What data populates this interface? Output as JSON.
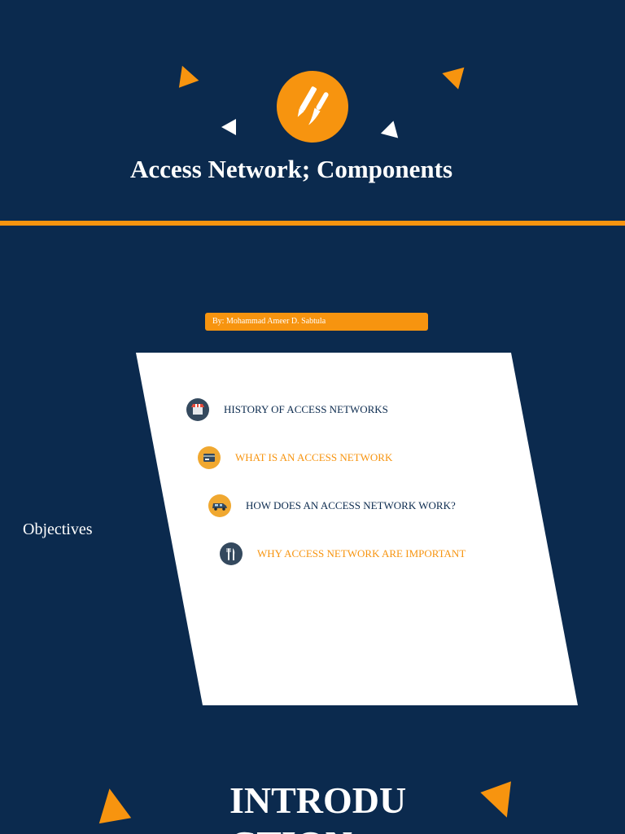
{
  "slide1": {
    "title": "Access Network; Components",
    "logo_icon": "pencil-brush-icon",
    "accent_color": "#f7940f",
    "background_color": "#0b2a4e"
  },
  "slide2": {
    "author": "By: Mohammad Ameer D. Sabtula",
    "side_label": "Objectives",
    "objectives": [
      {
        "label": "HISTORY OF ACCESS NETWORKS",
        "icon": "shop-awning-icon",
        "color": "#0b2a4e"
      },
      {
        "label": "WHAT IS AN ACCESS NETWORK",
        "icon": "credit-card-icon",
        "color": "#f7940f"
      },
      {
        "label": "HOW DOES AN ACCESS NETWORK WORK?",
        "icon": "delivery-van-icon",
        "color": "#0b2a4e"
      },
      {
        "label": "WHY ACCESS NETWORK ARE IMPORTANT",
        "icon": "fork-knife-icon",
        "color": "#f7940f"
      }
    ]
  },
  "slide3": {
    "title": "INTRODUCTION"
  }
}
